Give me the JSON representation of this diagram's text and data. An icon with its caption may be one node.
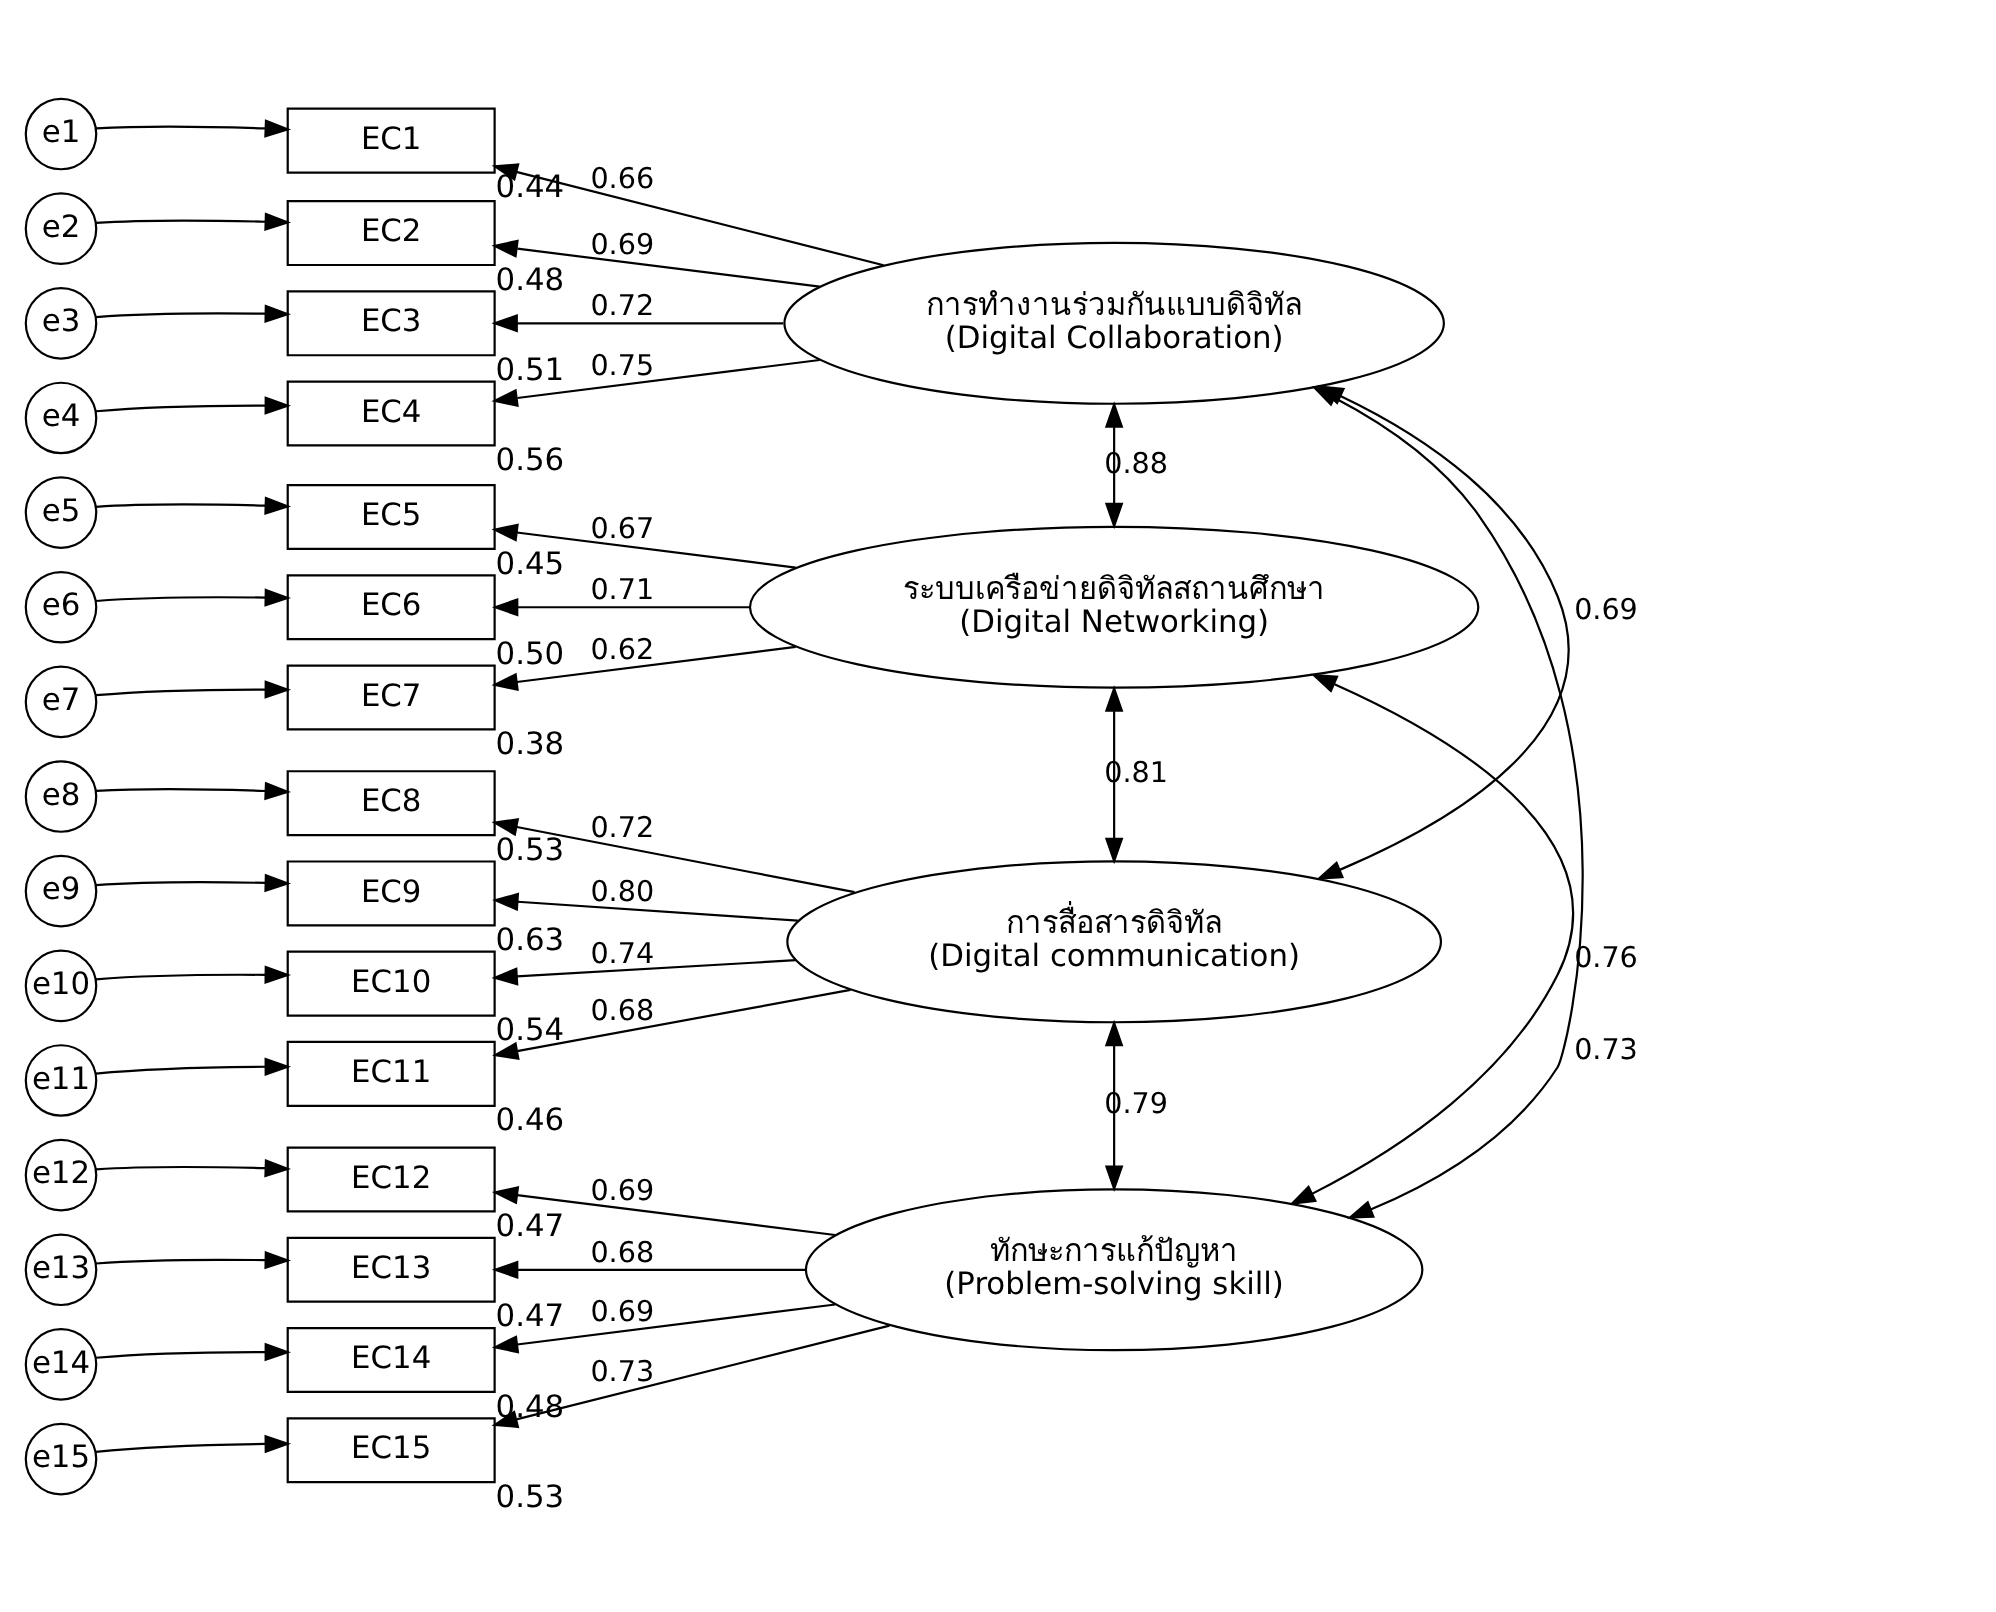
{
  "diagram": {
    "nodes": [
      {
        "text": [
          "e1"
        ]
      },
      {
        "text": [
          "e2"
        ]
      },
      {
        "text": [
          "e3"
        ]
      },
      {
        "text": [
          "e4"
        ]
      },
      {
        "text": [
          "e5"
        ]
      },
      {
        "text": [
          "e6"
        ]
      },
      {
        "text": [
          "e7"
        ]
      },
      {
        "text": [
          "e8"
        ]
      },
      {
        "text": [
          "e9"
        ]
      },
      {
        "text": [
          "e10"
        ]
      },
      {
        "text": [
          "e11"
        ]
      },
      {
        "text": [
          "e12"
        ]
      },
      {
        "text": [
          "e13"
        ]
      },
      {
        "text": [
          "e14"
        ]
      },
      {
        "text": [
          "e15"
        ]
      },
      {
        "text": [
          "EC1"
        ],
        "beside": [
          "0.44"
        ]
      },
      {
        "text": [
          "EC2"
        ],
        "beside": [
          "0.48"
        ]
      },
      {
        "text": [
          "EC3"
        ],
        "beside": [
          "0.51"
        ]
      },
      {
        "text": [
          "EC4"
        ],
        "beside": [
          "0.56"
        ]
      },
      {
        "text": [
          "EC5"
        ],
        "beside": [
          "0.45"
        ]
      },
      {
        "text": [
          "EC6"
        ],
        "beside": [
          "0.50"
        ]
      },
      {
        "text": [
          "EC7"
        ],
        "beside": [
          "0.38"
        ]
      },
      {
        "text": [
          "EC8"
        ],
        "beside": [
          "0.53"
        ]
      },
      {
        "text": [
          "EC9"
        ],
        "beside": [
          "0.63"
        ]
      },
      {
        "text": [
          "EC10"
        ],
        "beside": [
          "0.54"
        ]
      },
      {
        "text": [
          "EC11"
        ],
        "beside": [
          "0.46"
        ]
      },
      {
        "text": [
          "EC12"
        ],
        "beside": [
          "0.47"
        ]
      },
      {
        "text": [
          "EC13"
        ],
        "beside": [
          "0.47"
        ]
      },
      {
        "text": [
          "EC14"
        ],
        "beside": [
          "0.48"
        ]
      },
      {
        "text": [
          "EC15"
        ],
        "beside": [
          "0.53"
        ]
      },
      {
        "text": [
          "การทำงานร่วมกันแบบดิจิทัล",
          "(Digital Collaboration)"
        ]
      },
      {
        "text": [
          "ระบบเครือข่ายดิจิทัลสถานศึกษา",
          "(Digital Networking)"
        ]
      },
      {
        "text": [
          "การสื่อสารดิจิทัล",
          "(Digital communication)"
        ]
      },
      {
        "text": [
          "ทักษะการแก้ปัญหา",
          "(Problem-solving skill)"
        ]
      }
    ],
    "edges": [
      {
        "from": 0,
        "to": 15,
        "arrow": "to"
      },
      {
        "from": 1,
        "to": 16,
        "arrow": "to"
      },
      {
        "from": 2,
        "to": 17,
        "arrow": "to"
      },
      {
        "from": 3,
        "to": 18,
        "arrow": "to"
      },
      {
        "from": 4,
        "to": 19,
        "arrow": "to"
      },
      {
        "from": 5,
        "to": 20,
        "arrow": "to"
      },
      {
        "from": 6,
        "to": 21,
        "arrow": "to"
      },
      {
        "from": 7,
        "to": 22,
        "arrow": "to"
      },
      {
        "from": 8,
        "to": 23,
        "arrow": "to"
      },
      {
        "from": 9,
        "to": 24,
        "arrow": "to"
      },
      {
        "from": 10,
        "to": 25,
        "arrow": "to"
      },
      {
        "from": 11,
        "to": 26,
        "arrow": "to"
      },
      {
        "from": 12,
        "to": 27,
        "arrow": "to"
      },
      {
        "from": 13,
        "to": 28,
        "arrow": "to"
      },
      {
        "from": 14,
        "to": 29,
        "arrow": "to"
      },
      {
        "from": 30,
        "to": 15,
        "arrow": "to",
        "label": "0.66"
      },
      {
        "from": 30,
        "to": 16,
        "arrow": "to",
        "label": "0.69"
      },
      {
        "from": 30,
        "to": 17,
        "arrow": "to",
        "label": "0.72"
      },
      {
        "from": 30,
        "to": 18,
        "arrow": "to",
        "label": "0.75"
      },
      {
        "from": 31,
        "to": 19,
        "arrow": "to",
        "label": "0.67"
      },
      {
        "from": 31,
        "to": 20,
        "arrow": "to",
        "label": "0.71"
      },
      {
        "from": 31,
        "to": 21,
        "arrow": "to",
        "label": "0.62"
      },
      {
        "from": 32,
        "to": 22,
        "arrow": "to",
        "label": "0.72"
      },
      {
        "from": 32,
        "to": 23,
        "arrow": "to",
        "label": "0.80"
      },
      {
        "from": 32,
        "to": 24,
        "arrow": "to",
        "label": "0.74"
      },
      {
        "from": 32,
        "to": 25,
        "arrow": "to",
        "label": "0.68"
      },
      {
        "from": 33,
        "to": 26,
        "arrow": "to",
        "label": "0.69"
      },
      {
        "from": 33,
        "to": 27,
        "arrow": "to",
        "label": "0.68"
      },
      {
        "from": 33,
        "to": 28,
        "arrow": "to",
        "label": "0.69"
      },
      {
        "from": 33,
        "to": 29,
        "arrow": "to",
        "label": "0.73"
      },
      {
        "from": 30,
        "to": 31,
        "arrow": "both",
        "label": "0.88"
      },
      {
        "from": 30,
        "to": 32,
        "arrow": "both",
        "label": "0.69"
      },
      {
        "from": 30,
        "to": 33,
        "arrow": "both",
        "label": "0.73"
      },
      {
        "from": 31,
        "to": 32,
        "arrow": "both",
        "label": "0.81"
      },
      {
        "from": 31,
        "to": 33,
        "arrow": "both",
        "label": "0.76"
      },
      {
        "from": 32,
        "to": 33,
        "arrow": "both",
        "label": "0.79"
      }
    ]
  }
}
